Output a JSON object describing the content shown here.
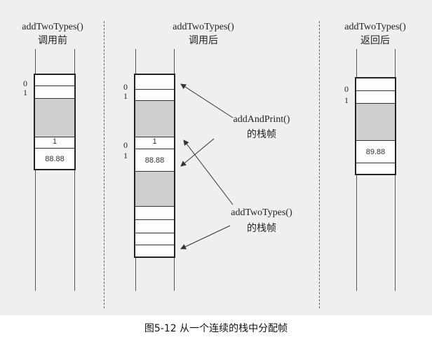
{
  "panels": {
    "before": {
      "title": "addTwoTypes()",
      "subtitle": "调用前",
      "idx0": "0",
      "idx1": "1",
      "cell_int": "1",
      "cell_double": "88.88"
    },
    "after": {
      "title": "addTwoTypes()",
      "subtitle": "调用后",
      "idx0_top": "0",
      "idx1_top": "1",
      "idx0_mid": "0",
      "idx1_mid": "1",
      "cell_int": "1",
      "cell_double": "88.88"
    },
    "returned": {
      "title": "addTwoTypes()",
      "subtitle": "返回后",
      "idx0": "0",
      "idx1": "1",
      "cell_double": "89.88"
    }
  },
  "annotations": {
    "addandprint": {
      "line1": "addAndPrint()",
      "line2": "的栈帧"
    },
    "addtwotypes": {
      "line1": "addTwoTypes()",
      "line2": "的栈帧"
    }
  },
  "caption": "图5-12  从一个连续的栈中分配帧"
}
